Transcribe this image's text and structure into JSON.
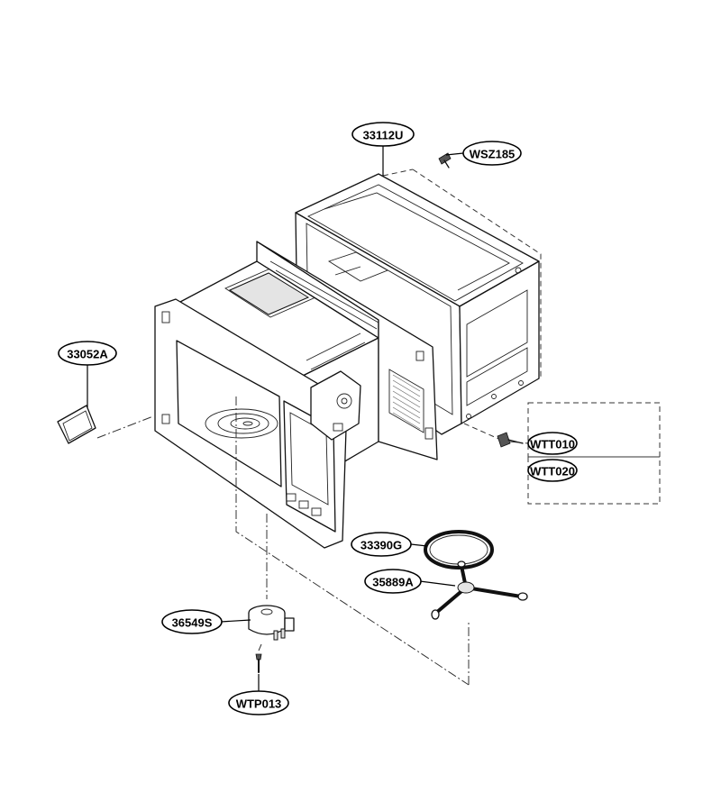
{
  "parts": [
    {
      "id": "part-33112U",
      "label": "33112U"
    },
    {
      "id": "part-WSZ185",
      "label": "WSZ185"
    },
    {
      "id": "part-33052A",
      "label": "33052A"
    },
    {
      "id": "part-WTT010",
      "label": "WTT010"
    },
    {
      "id": "part-WTT020",
      "label": "WTT020"
    },
    {
      "id": "part-33390G",
      "label": "33390G"
    },
    {
      "id": "part-35889A",
      "label": "35889A"
    },
    {
      "id": "part-36549S",
      "label": "36549S"
    },
    {
      "id": "part-WTP013",
      "label": "WTP013"
    }
  ]
}
